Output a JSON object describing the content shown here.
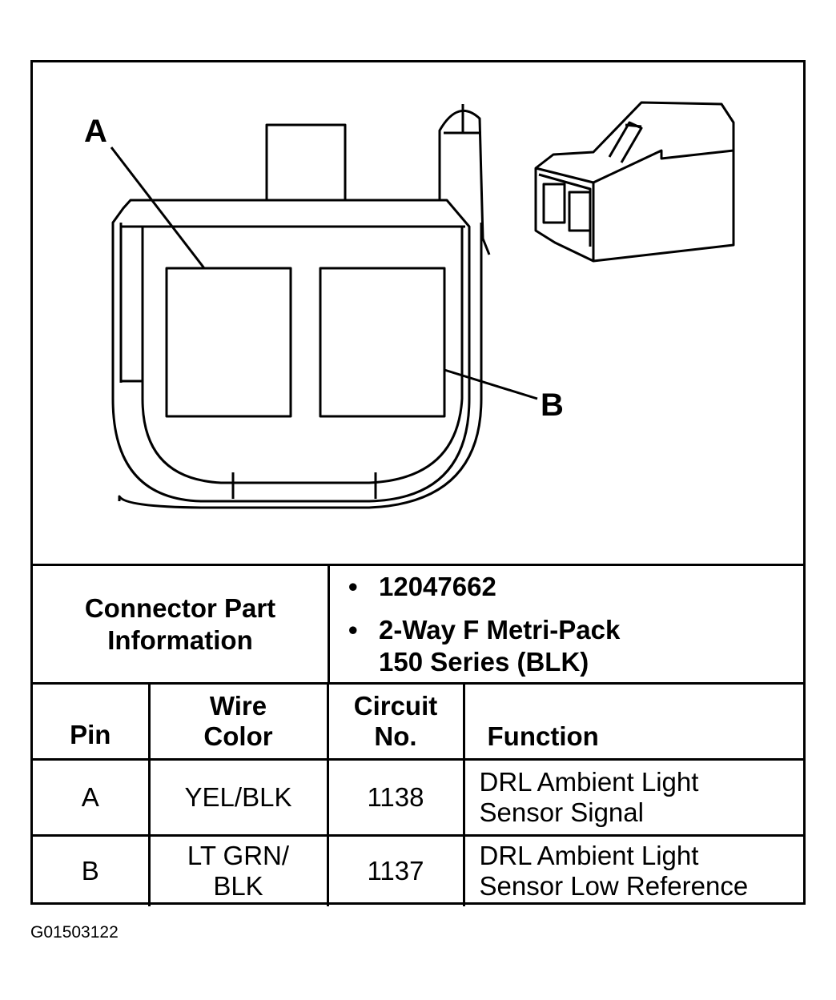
{
  "diagram": {
    "callout_a": "A",
    "callout_b": "B"
  },
  "connector_info": {
    "label": "Connector Part Information",
    "part_number": "12047662",
    "description_line1": "2-Way F Metri-Pack",
    "description_line2": "150 Series (BLK)"
  },
  "pin_table": {
    "headers": {
      "pin": "Pin",
      "wire_color_line1": "Wire",
      "wire_color_line2": "Color",
      "circuit_line1": "Circuit",
      "circuit_line2": "No.",
      "function": "Function"
    },
    "rows": [
      {
        "pin": "A",
        "wire_color_line1": "YEL/BLK",
        "wire_color_line2": "",
        "circuit": "1138",
        "function_line1": "DRL Ambient Light",
        "function_line2": "Sensor Signal"
      },
      {
        "pin": "B",
        "wire_color_line1": "LT GRN/",
        "wire_color_line2": "BLK",
        "circuit": "1137",
        "function_line1": "DRL Ambient Light",
        "function_line2": "Sensor Low Reference"
      }
    ]
  },
  "figure_id": "G01503122"
}
